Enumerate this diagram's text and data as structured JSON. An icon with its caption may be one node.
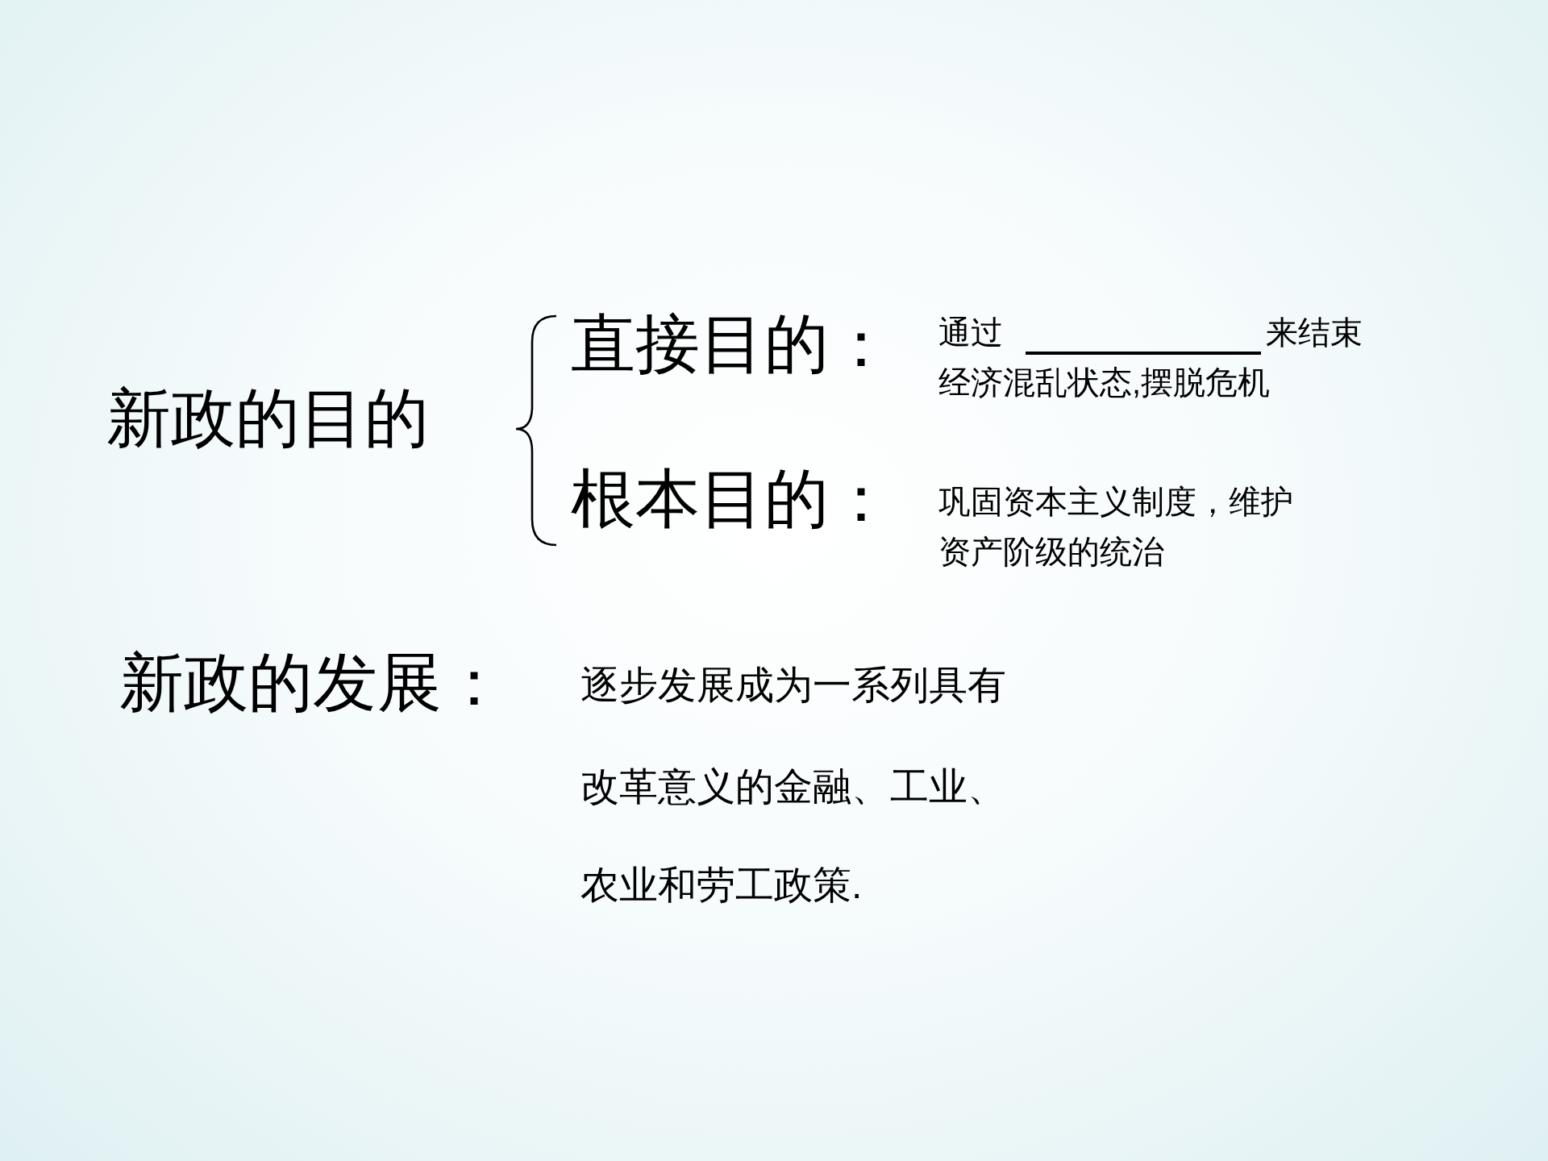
{
  "diagram": {
    "labels": [
      "新政的目的",
      "直接目的：",
      "通过",
      "来结束",
      "经济混乱状态,摆脱危机",
      "根本目的：",
      "巩固资本主义制度，维护",
      "资产阶级的统治",
      "新政的发展：",
      "逐步发展成为一系列具有",
      "改革意义的金融、工业、",
      "农业和劳工政策."
    ]
  }
}
